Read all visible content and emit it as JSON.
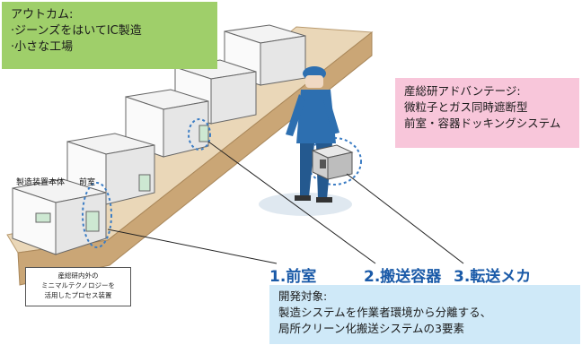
{
  "outcome_box": {
    "title": "アウトカム:",
    "lines": [
      "·ジーンズをはいてIC製造",
      "·小さな工場"
    ]
  },
  "aist_box": {
    "lines": [
      "産総研アドバンテージ:",
      "微粒子とガス同時遮断型",
      "前室・容器ドッキングシステム"
    ]
  },
  "target_box": {
    "lines": [
      "開発対象:",
      "製造システムを作業者環境から分離する、",
      "局所クリーン化搬送システムの3要素"
    ]
  },
  "labels": {
    "unit_body": "製造装置本体",
    "anteroom": "前室",
    "item1": "1.前室",
    "item2": "2.搬送容器",
    "item3": "3.転送メカ"
  },
  "note_box": {
    "lines": [
      "産総研内外の",
      "ミニマルテクノロジーを",
      "活用したプロセス装置"
    ]
  },
  "colors": {
    "green": "#9fcf6a",
    "pink": "#f8c6da",
    "blue": "#cfe9f8",
    "label_blue": "#1a5aa8",
    "table_tan": "#d8bf9a",
    "worker_blue": "#2d6fb0"
  }
}
